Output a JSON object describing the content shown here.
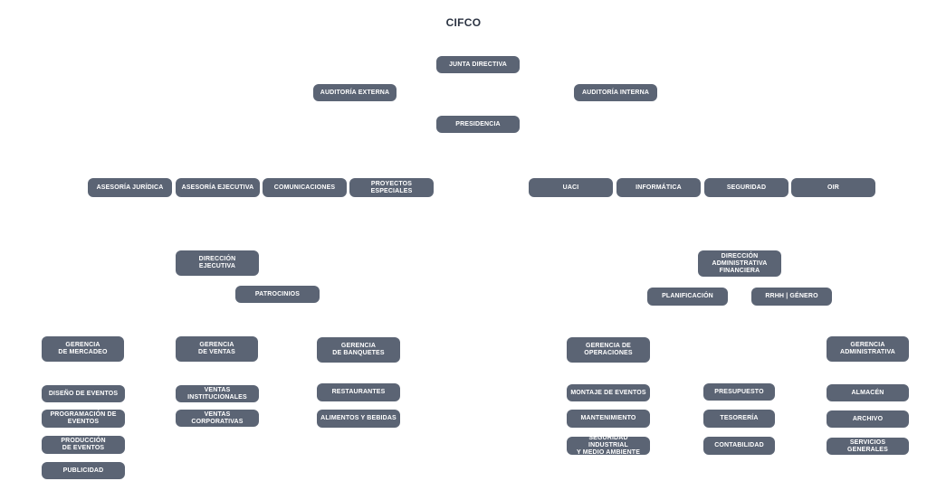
{
  "title": "CIFCO",
  "nodes": {
    "junta_directiva": "JUNTA DIRECTIVA",
    "auditoria_externa": "AUDITORÍA EXTERNA",
    "auditoria_interna": "AUDITORÍA INTERNA",
    "presidencia": "PRESIDENCIA",
    "asesoria_juridica": "ASESORÍA JURÍDICA",
    "asesoria_ejecutiva": "ASESORÍA EJECUTIVA",
    "comunicaciones": "COMUNICACIONES",
    "proyectos_especiales": "PROYECTOS ESPECIALES",
    "uaci": "UACI",
    "informatica": "INFORMÁTICA",
    "seguridad": "SEGURIDAD",
    "oir": "OIR",
    "direccion_ejecutiva": "DIRECCIÓN\nEJECUTIVA",
    "patrocinios": "PATROCINIOS",
    "direccion_administrativa_financiera": "DIRECCIÓN\nADMINISTRATIVA\nFINANCIERA",
    "planificacion": "PLANIFICACIÓN",
    "rrhh_genero": "RRHH | GÉNERO",
    "gerencia_mercadeo": "GERENCIA\nDE MERCADEO",
    "gerencia_ventas": "GERENCIA\nDE VENTAS",
    "gerencia_banquetes": "GERENCIA\nDE BANQUETES",
    "gerencia_operaciones": "GERENCIA DE\nOPERACIONES",
    "gerencia_administrativa": "GERENCIA\nADMINISTRATIVA",
    "diseno_eventos": "DISEÑO DE EVENTOS",
    "programacion_eventos": "PROGRAMACIÓN DE\nEVENTOS",
    "produccion_eventos": "PRODUCCIÓN\nDE EVENTOS",
    "publicidad": "PUBLICIDAD",
    "ventas_institucionales": "VENTAS INSTITUCIONALES",
    "ventas_corporativas": "VENTAS CORPORATIVAS",
    "restaurantes": "RESTAURANTES",
    "alimentos_bebidas": "ALIMENTOS Y BEBIDAS",
    "montaje_eventos": "MONTAJE DE EVENTOS",
    "mantenimiento": "MANTENIMIENTO",
    "seguridad_industrial": "SEGURIDAD INDUSTRIAL\nY MEDIO AMBIENTE",
    "presupuesto": "PRESUPUESTO",
    "tesoreria": "TESORERÍA",
    "contabilidad": "CONTABILIDAD",
    "almacen": "ALMACÉN",
    "archivo": "ARCHIVO",
    "servicios_generales": "SERVICIOS GENERALES"
  }
}
